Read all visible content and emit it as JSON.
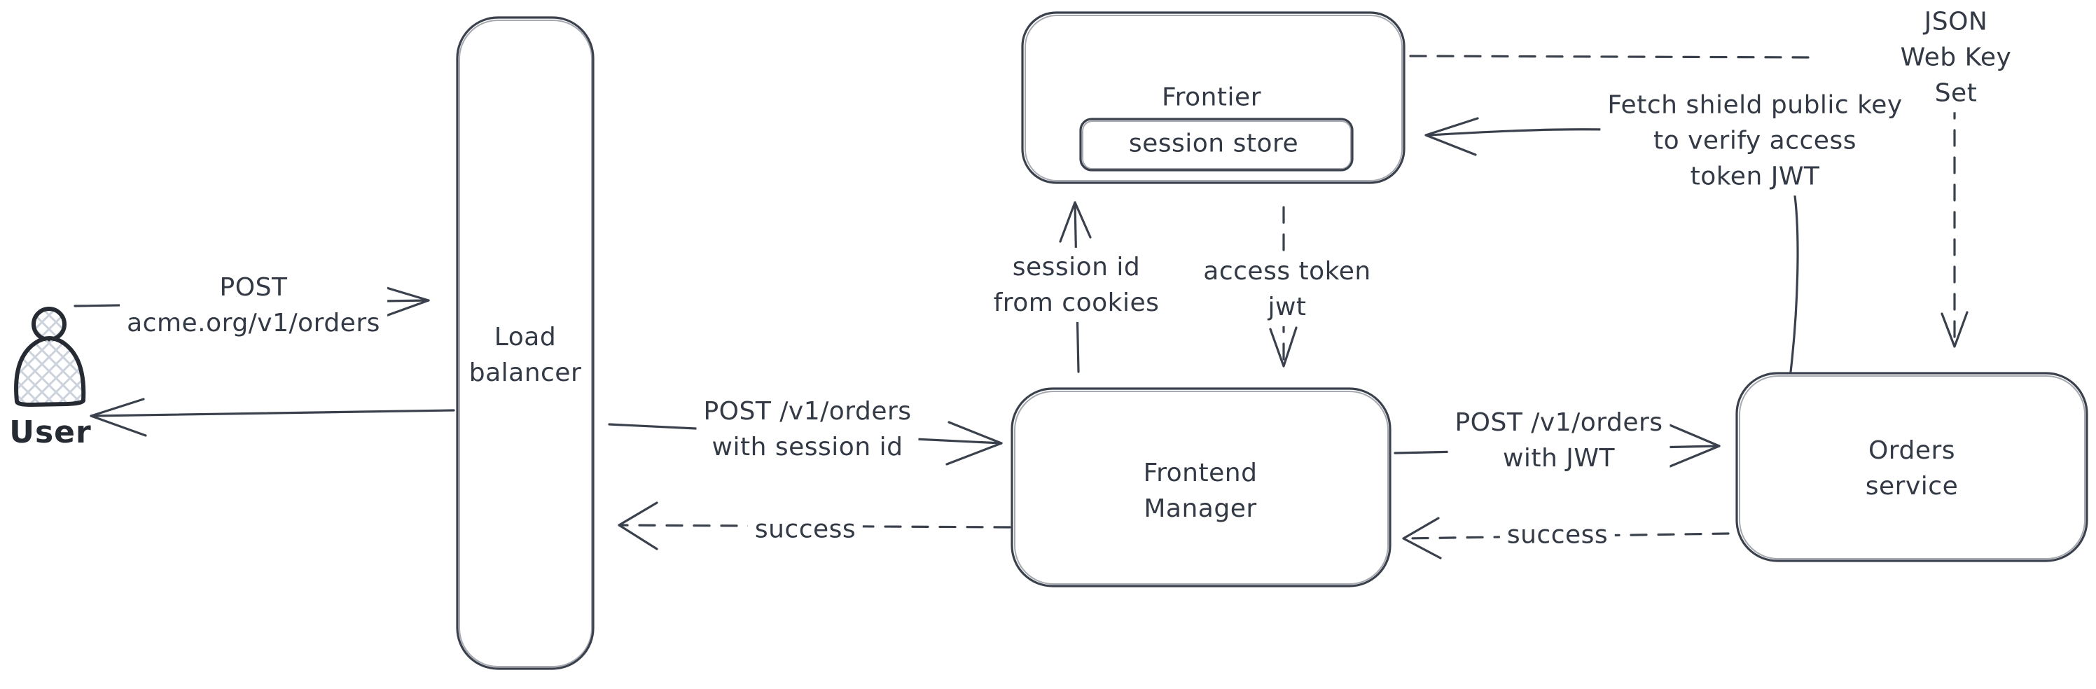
{
  "diagram": {
    "background": "#ffffff",
    "stroke_color": "#3a414d",
    "text_color": "#333a45",
    "hatch_color": "#ccd3dd",
    "nodes": {
      "user": {
        "label": "User"
      },
      "load_balancer": {
        "label": "Load\nbalancer"
      },
      "frontier": {
        "label": "Frontier"
      },
      "session_store": {
        "label": "session store"
      },
      "frontend_manager": {
        "label": "Frontend\nManager"
      },
      "orders_service": {
        "label": "Orders service"
      }
    },
    "edges": {
      "user_request": {
        "label": "POST\nacme.org/v1/orders",
        "style": "solid",
        "from": "User",
        "to": "Load balancer"
      },
      "lb_response": {
        "label": "",
        "style": "solid",
        "from": "Load balancer",
        "to": "User"
      },
      "lb_to_fm": {
        "label": "POST /v1/orders\nwith session id",
        "style": "solid",
        "from": "Load balancer",
        "to": "Frontend Manager"
      },
      "fm_to_lb": {
        "label": "success",
        "style": "dashed",
        "from": "Frontend Manager",
        "to": "Load balancer"
      },
      "fm_to_frontier": {
        "label": "session id\nfrom cookies",
        "style": "solid",
        "from": "Frontend Manager",
        "to": "Frontier"
      },
      "frontier_to_fm": {
        "label": "access token\njwt",
        "style": "dashed",
        "from": "Frontier",
        "to": "Frontend Manager"
      },
      "fm_to_orders": {
        "label": "POST /v1/orders\nwith JWT",
        "style": "solid",
        "from": "Frontend Manager",
        "to": "Orders service"
      },
      "orders_to_fm": {
        "label": "success",
        "style": "dashed",
        "from": "Orders service",
        "to": "Frontend Manager"
      },
      "jwks": {
        "label": "JSON Web Key Set",
        "style": "dashed",
        "from": "Frontier",
        "to": "Orders service"
      },
      "fetch_key": {
        "label": "Fetch shield public key\nto verify access\ntoken JWT",
        "style": "solid",
        "from": "Orders service",
        "to": "Frontier"
      }
    }
  }
}
